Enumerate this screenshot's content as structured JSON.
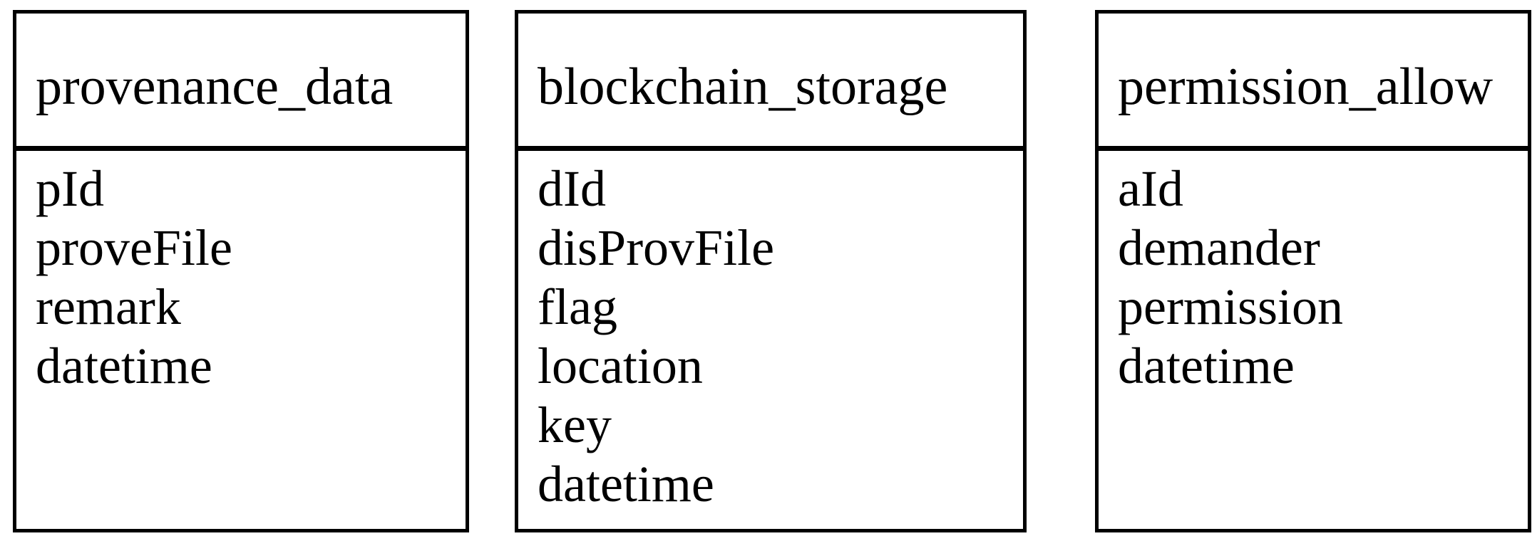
{
  "diagram": {
    "type": "database-schema",
    "colors": {
      "background": "#ffffff",
      "border": "#000000",
      "text": "#000000"
    },
    "entities": [
      {
        "title": "provenance_data",
        "fields": [
          "pId",
          "proveFile",
          "remark",
          "datetime"
        ]
      },
      {
        "title": "blockchain_storage",
        "fields": [
          "dId",
          "disProvFile",
          "flag",
          "location",
          "key",
          "datetime"
        ]
      },
      {
        "title": "permission_allow",
        "fields": [
          "aId",
          "demander",
          "permission",
          "datetime"
        ]
      }
    ]
  }
}
